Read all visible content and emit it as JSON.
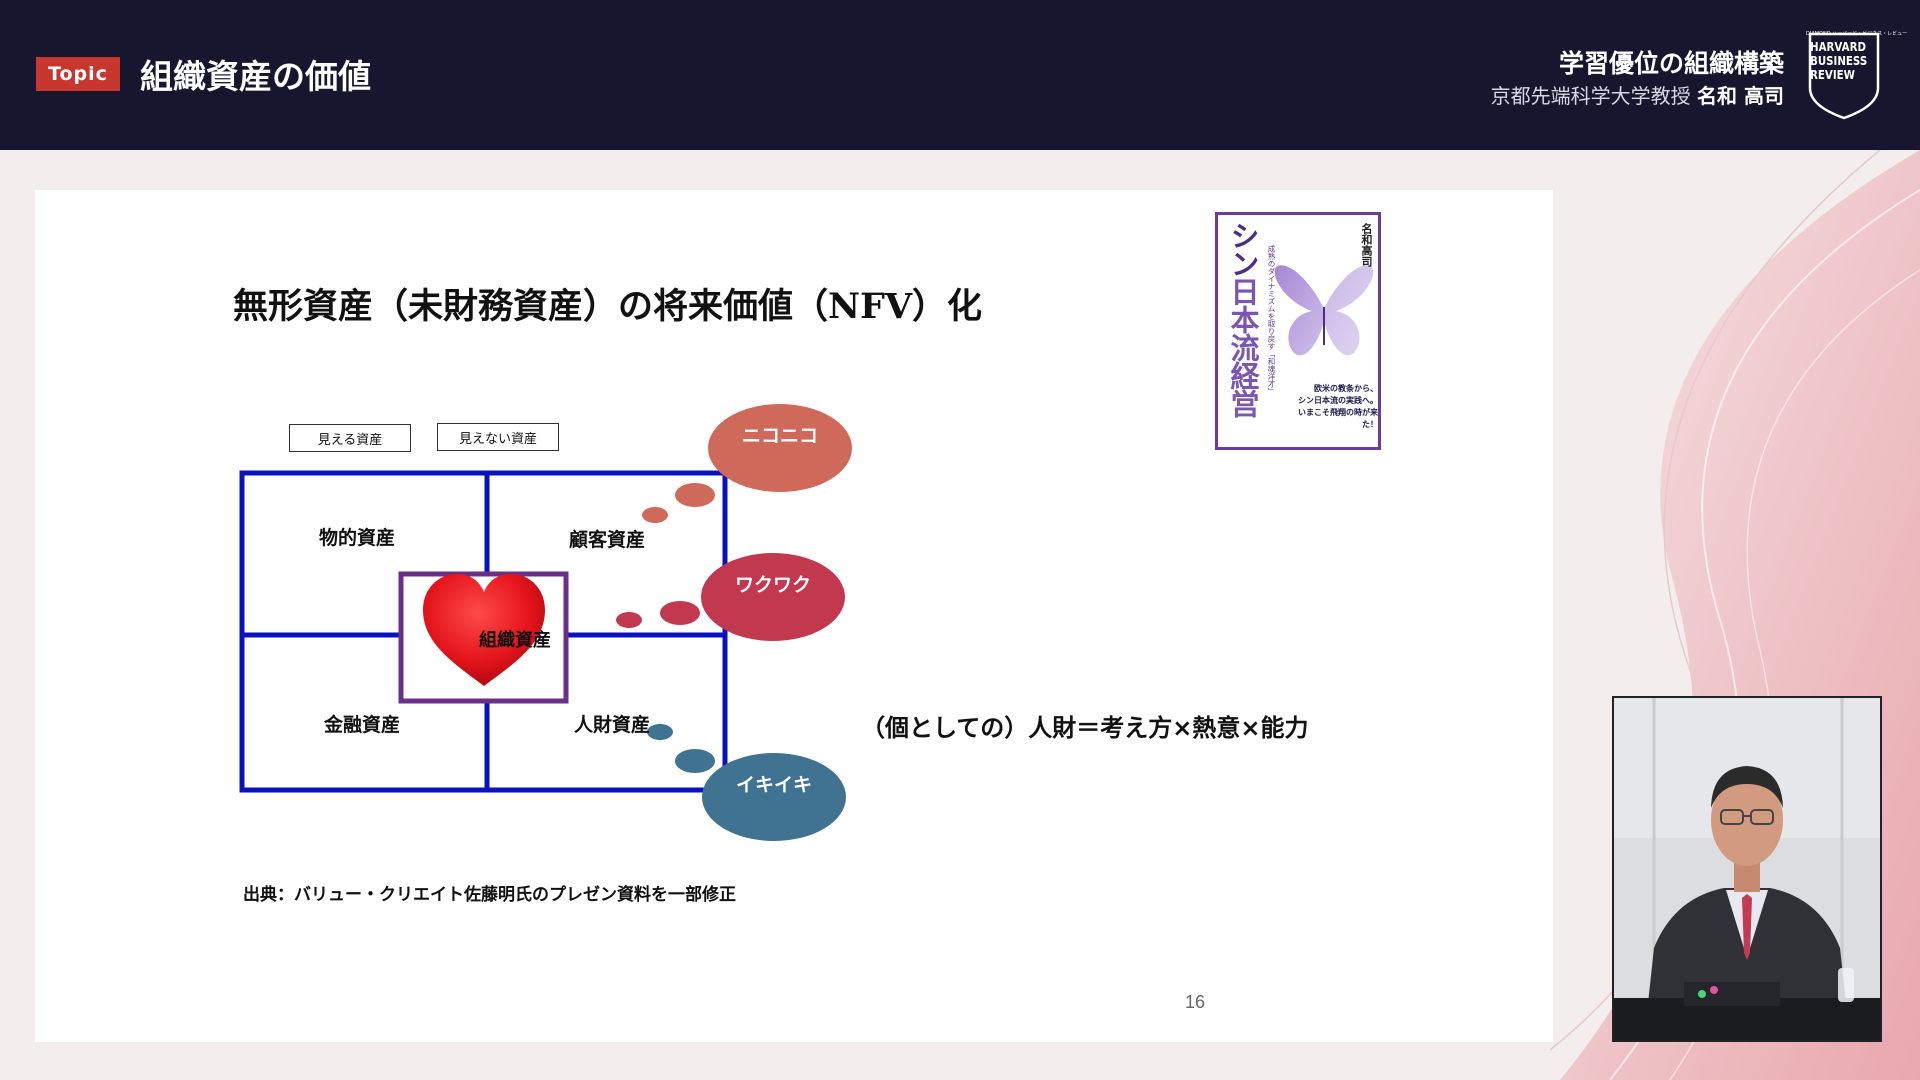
{
  "header": {
    "topic_badge": "Topic",
    "title": "組織資産の価値",
    "series_title": "学習優位の組織構築",
    "speaker_affiliation": "京都先端科学大学教授",
    "speaker_name": "名和 高司",
    "logo_lines": [
      "HARVARD",
      "BUSINESS",
      "REVIEW"
    ],
    "logo_tiny": "DIAMOND ハーバード・ビジネス・レビュー"
  },
  "slide": {
    "title": "無形資産（未財務資産）の将来価値（NFV）化",
    "legend": {
      "visible": "見える資産",
      "invisible": "見えない資産"
    },
    "cells": {
      "physical": "物的資産",
      "customer": "顧客資産",
      "financial": "金融資産",
      "human": "人財資産",
      "organization": "組織資産"
    },
    "bubbles": {
      "nikoniko": "ニコニコ",
      "wakuwaku": "ワクワク",
      "ikiiki": "イキイキ"
    },
    "formula": "（個としての）人財＝考え方×熱意×能力",
    "source": "出典：バリュー・クリエイト佐藤明氏のプレゼン資料を一部修正",
    "page_number": "16",
    "book": {
      "title_kana": "シン",
      "title_kanji": "日本流経営",
      "author": "名和高司",
      "subtitle": "成熟のダイナミズムを取り戻す「和魂洋才」",
      "tagline": [
        "欧米の教条から、",
        "シン日本流の実践へ。",
        "いまこそ飛翔の時が来た！"
      ]
    }
  },
  "colors": {
    "header_bg": "#16172f",
    "badge_red": "#c8372e",
    "grid_blue": "#0a12c0",
    "org_box_purple": "#6a2f86",
    "heart_red": "#e4151b",
    "bubble_niko": "#cf6a5a",
    "bubble_waku": "#c2384f",
    "bubble_iki": "#3f7391",
    "book_purple": "#6f3a98"
  },
  "icons": [
    "hbr-shield-logo",
    "heart-shape",
    "butterfly-illustration"
  ]
}
